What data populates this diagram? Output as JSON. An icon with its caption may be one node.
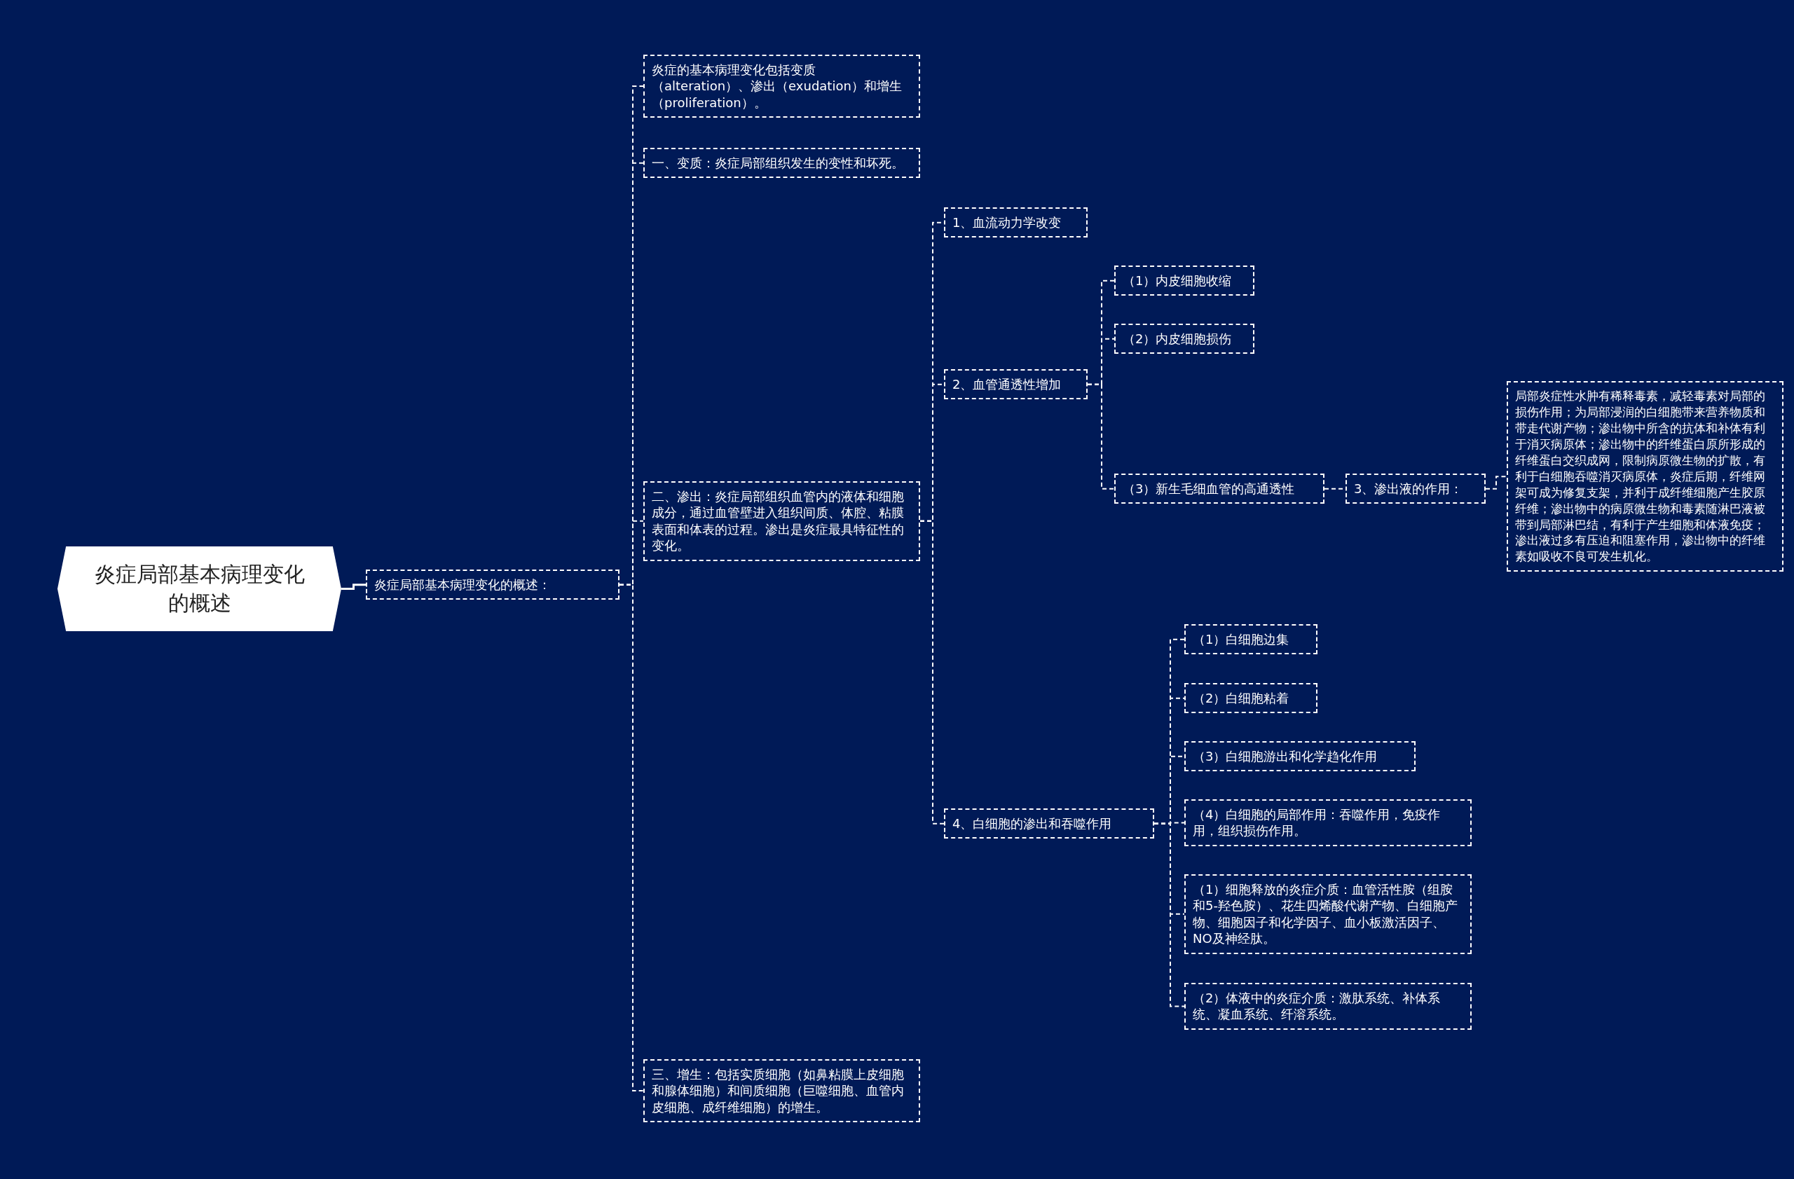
{
  "diagram": {
    "nodes": [
      {
        "text": [
          "炎症局部基本病理变化的概述"
        ]
      },
      {
        "text": [
          "炎症局部基本病理变化的概述："
        ]
      },
      {
        "text": [
          "炎症的基本病理变化包括变质（alteration）、渗出（exudation）和增生（proliferation）。"
        ]
      },
      {
        "text": [
          "一、变质：炎症局部组织发生的变性和坏死。"
        ]
      },
      {
        "text": [
          "二、渗出：炎症局部组织血管内的液体和细胞成分，通过血管壁进入组织间质、体腔、粘膜表面和体表的过程。渗出是炎症最具特征性的变化。"
        ]
      },
      {
        "text": [
          "1、血流动力学改变"
        ]
      },
      {
        "text": [
          "2、血管通透性增加"
        ]
      },
      {
        "text": [
          "（1）内皮细胞收缩"
        ]
      },
      {
        "text": [
          "（2）内皮细胞损伤"
        ]
      },
      {
        "text": [
          "（3）新生毛细血管的高通透性"
        ]
      },
      {
        "text": [
          "3、渗出液的作用："
        ]
      },
      {
        "text": [
          "局部炎症性水肿有稀释毒素，减轻毒素对局部的损伤作用；为局部浸润的白细胞带来营养物质和带走代谢产物；渗出物中所含的抗体和补体有利于消灭病原体；渗出物中的纤维蛋白原所形成的纤维蛋白交织成网，限制病原微生物的扩散，有利于白细胞吞噬消灭病原体，炎症后期，纤维网架可成为修复支架，并利于成纤维细胞产生胶原纤维；渗出物中的病原微生物和毒素随淋巴液被带到局部淋巴结，有利于产生细胞和体液免疫；渗出液过多有压迫和阻塞作用，渗出物中的纤维素如吸收不良可发生机化。"
        ]
      },
      {
        "text": [
          "4、白细胞的渗出和吞噬作用"
        ]
      },
      {
        "text": [
          "（1）白细胞边集"
        ]
      },
      {
        "text": [
          "（2）白细胞粘着"
        ]
      },
      {
        "text": [
          "（3）白细胞游出和化学趋化作用"
        ]
      },
      {
        "text": [
          "（4）白细胞的局部作用：吞噬作用，免疫作用，组织损伤作用。"
        ]
      },
      {
        "text": [
          "（1）细胞释放的炎症介质：血管活性胺（组胺和5-羟色胺）、花生四烯酸代谢产物、白细胞产物、细胞因子和化学因子、血小板激活因子、NO及神经肽。"
        ]
      },
      {
        "text": [
          "（2）体液中的炎症介质：激肽系统、补体系统、凝血系统、纤溶系统。"
        ]
      },
      {
        "text": [
          "三、增生：包括实质细胞（如鼻粘膜上皮细胞和腺体细胞）和间质细胞（巨噬细胞、血管内皮细胞、成纤维细胞）的增生。"
        ]
      }
    ],
    "edges": [
      {
        "from": 0,
        "to": 1,
        "arrow": "none"
      },
      {
        "from": 1,
        "to": 2,
        "arrow": "none",
        "style": "dashed"
      },
      {
        "from": 1,
        "to": 3,
        "arrow": "none",
        "style": "dashed"
      },
      {
        "from": 1,
        "to": 4,
        "arrow": "none",
        "style": "dashed"
      },
      {
        "from": 1,
        "to": 19,
        "arrow": "none",
        "style": "dashed"
      },
      {
        "from": 4,
        "to": 5,
        "arrow": "none",
        "style": "dashed"
      },
      {
        "from": 4,
        "to": 6,
        "arrow": "none",
        "style": "dashed"
      },
      {
        "from": 4,
        "to": 12,
        "arrow": "none",
        "style": "dashed"
      },
      {
        "from": 6,
        "to": 7,
        "arrow": "none",
        "style": "dashed"
      },
      {
        "from": 6,
        "to": 8,
        "arrow": "none",
        "style": "dashed"
      },
      {
        "from": 6,
        "to": 9,
        "arrow": "none",
        "style": "dashed"
      },
      {
        "from": 9,
        "to": 10,
        "arrow": "none",
        "style": "dashed"
      },
      {
        "from": 10,
        "to": 11,
        "arrow": "none",
        "style": "dashed"
      },
      {
        "from": 12,
        "to": 13,
        "arrow": "none",
        "style": "dashed"
      },
      {
        "from": 12,
        "to": 14,
        "arrow": "none",
        "style": "dashed"
      },
      {
        "from": 12,
        "to": 15,
        "arrow": "none",
        "style": "dashed"
      },
      {
        "from": 12,
        "to": 16,
        "arrow": "none",
        "style": "dashed"
      },
      {
        "from": 12,
        "to": 17,
        "arrow": "none",
        "style": "dashed"
      },
      {
        "from": 12,
        "to": 18,
        "arrow": "none",
        "style": "dashed"
      }
    ]
  }
}
